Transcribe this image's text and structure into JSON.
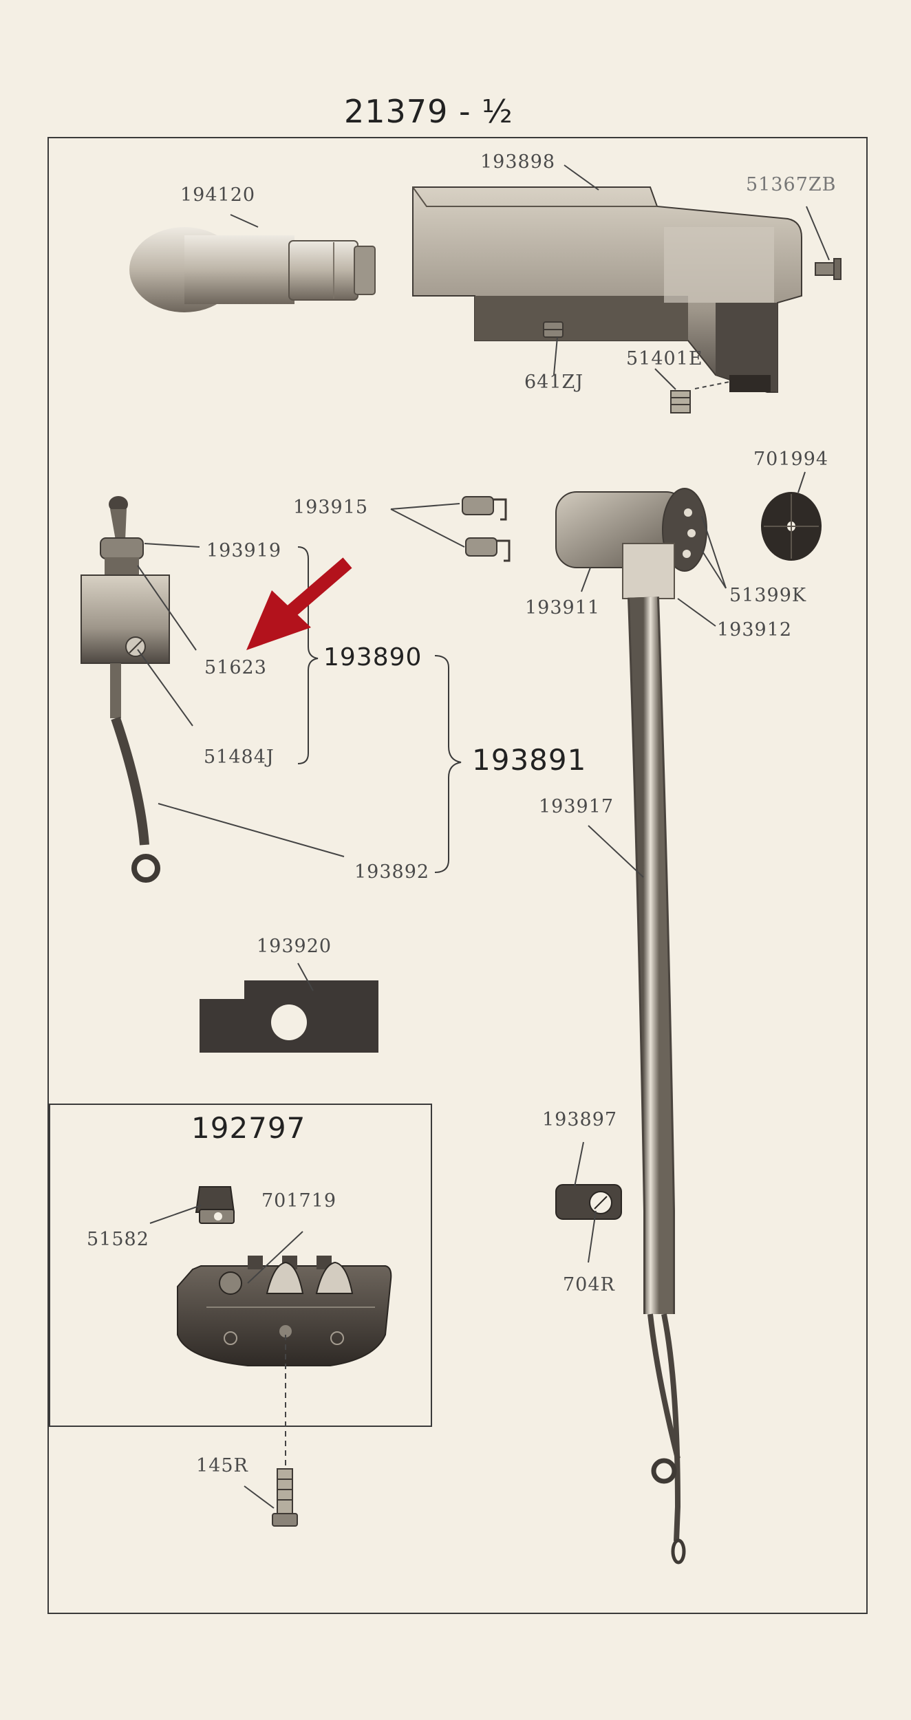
{
  "title": "21379 - ½",
  "labels": {
    "p194120": "194120",
    "p193898": "193898",
    "p51367": "51367ZB",
    "p641": "641ZJ",
    "p51401": "51401E",
    "p701994": "701994",
    "p193915": "193915",
    "p193919": "193919",
    "p51623": "51623",
    "p193890": "193890",
    "p51484": "51484J",
    "p193891": "193891",
    "p193892": "193892",
    "p193911": "193911",
    "p51399": "51399K",
    "p193912": "193912",
    "p193917": "193917",
    "p193920": "193920",
    "p192797": "192797",
    "p51582": "51582",
    "p701719": "701719",
    "p193897": "193897",
    "p704": "704R",
    "p145": "145R"
  },
  "colors": {
    "paper": "#f4efe4",
    "ink": "#3a3a3a",
    "arrow": "#b3121c",
    "part_dark": "#3d3835",
    "part_light": "#c9c2b6"
  }
}
